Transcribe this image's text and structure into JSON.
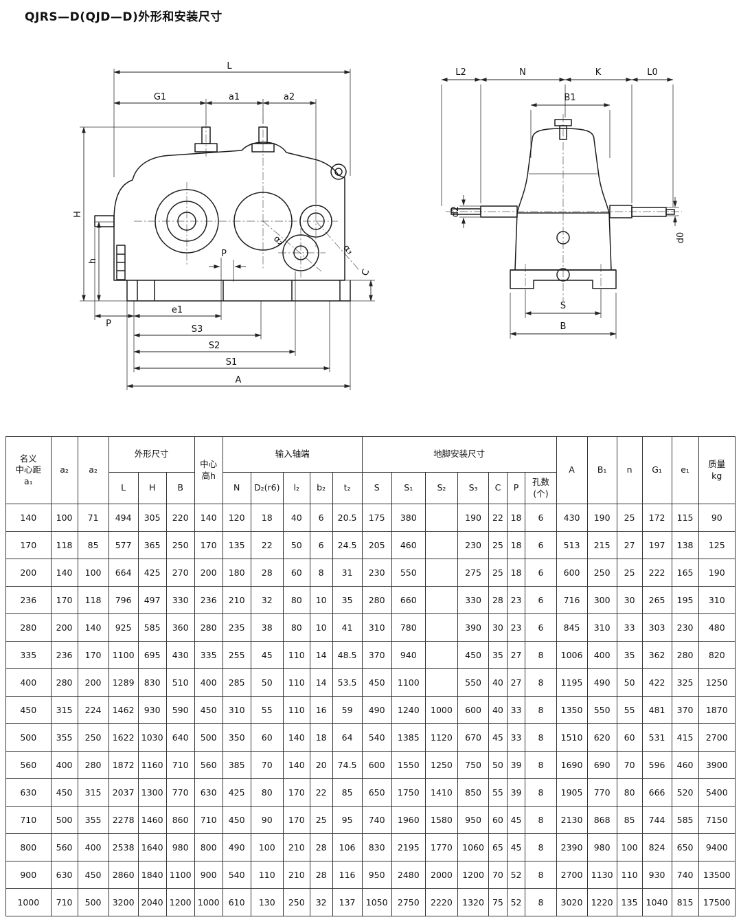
{
  "page": {
    "title": "QJRS—D(QJD—D)外形和安装尺寸"
  },
  "drawings": {
    "side_view": {
      "labels": {
        "L": "L",
        "G1": "G1",
        "a1": "a1",
        "a2": "a2",
        "H": "H",
        "h": "h",
        "P_left": "P",
        "e1": "e1",
        "S3": "S3",
        "S2": "S2",
        "S1": "S1",
        "A": "A",
        "P_pitch": "P",
        "alpha2": "α₂",
        "alpha3": "α₃",
        "C": "C"
      }
    },
    "end_view": {
      "labels": {
        "L2": "L2",
        "N": "N",
        "K": "K",
        "L0": "L0",
        "B1": "B1",
        "d2": "d2",
        "d0": "d0",
        "S": "S",
        "B": "B"
      }
    }
  },
  "table": {
    "header": {
      "nominal_center": "名义\n中心距\na₁",
      "a2_first": "a₂",
      "a2_second": "a₂",
      "outline": "外形尺寸",
      "center_height": "中心\n高h",
      "input_shaft": "输入轴端",
      "foot_mount": "地脚安装尺寸",
      "A": "A",
      "B1": "B₁",
      "n": "n",
      "G1": "G₁",
      "e1": "e₁",
      "mass": "质量\nkg",
      "sub": [
        "L",
        "H",
        "B",
        "N",
        "D₂(r6)",
        "l₂",
        "b₂",
        "t₂",
        "S",
        "S₁",
        "S₂",
        "S₃",
        "C",
        "P",
        "孔数\n(个)"
      ]
    },
    "rows": [
      [
        140,
        100,
        71,
        494,
        305,
        220,
        140,
        120,
        18,
        40,
        6,
        20.5,
        175,
        380,
        "",
        190,
        22,
        18,
        6,
        430,
        190,
        25,
        172,
        115,
        90
      ],
      [
        170,
        118,
        85,
        577,
        365,
        250,
        170,
        135,
        22,
        50,
        6,
        24.5,
        205,
        460,
        "",
        230,
        25,
        18,
        6,
        513,
        215,
        27,
        197,
        138,
        125
      ],
      [
        200,
        140,
        100,
        664,
        425,
        270,
        200,
        180,
        28,
        60,
        8,
        31,
        230,
        550,
        "",
        275,
        25,
        18,
        6,
        600,
        250,
        25,
        222,
        165,
        190
      ],
      [
        236,
        170,
        118,
        796,
        497,
        330,
        236,
        210,
        32,
        80,
        10,
        35,
        280,
        660,
        "",
        330,
        28,
        23,
        6,
        716,
        300,
        30,
        265,
        195,
        310
      ],
      [
        280,
        200,
        140,
        925,
        585,
        360,
        280,
        235,
        38,
        80,
        10,
        41,
        310,
        780,
        "",
        390,
        30,
        23,
        6,
        845,
        310,
        33,
        303,
        230,
        480
      ],
      [
        335,
        236,
        170,
        1100,
        695,
        430,
        335,
        255,
        45,
        110,
        14,
        48.5,
        370,
        940,
        "",
        450,
        35,
        27,
        8,
        1006,
        400,
        35,
        362,
        280,
        820
      ],
      [
        400,
        280,
        200,
        1289,
        830,
        510,
        400,
        285,
        50,
        110,
        14,
        53.5,
        450,
        1100,
        "",
        550,
        40,
        27,
        8,
        1195,
        490,
        50,
        422,
        325,
        1250
      ],
      [
        450,
        315,
        224,
        1462,
        930,
        590,
        450,
        310,
        55,
        110,
        16,
        59,
        490,
        1240,
        1000,
        600,
        40,
        33,
        8,
        1350,
        550,
        55,
        481,
        370,
        1870
      ],
      [
        500,
        355,
        250,
        1622,
        1030,
        640,
        500,
        350,
        60,
        140,
        18,
        64,
        540,
        1385,
        1120,
        670,
        45,
        33,
        8,
        1510,
        620,
        60,
        531,
        415,
        2700
      ],
      [
        560,
        400,
        280,
        1872,
        1160,
        710,
        560,
        385,
        70,
        140,
        20,
        74.5,
        600,
        1550,
        1250,
        750,
        50,
        39,
        8,
        1690,
        690,
        70,
        596,
        460,
        3900
      ],
      [
        630,
        450,
        315,
        2037,
        1300,
        770,
        630,
        425,
        80,
        170,
        22,
        85,
        650,
        1750,
        1410,
        850,
        55,
        39,
        8,
        1905,
        770,
        80,
        666,
        520,
        5400
      ],
      [
        710,
        500,
        355,
        2278,
        1460,
        860,
        710,
        450,
        90,
        170,
        25,
        95,
        740,
        1960,
        1580,
        950,
        60,
        45,
        8,
        2130,
        868,
        85,
        744,
        585,
        7150
      ],
      [
        800,
        560,
        400,
        2538,
        1640,
        980,
        800,
        490,
        100,
        210,
        28,
        106,
        830,
        2195,
        1770,
        1060,
        65,
        45,
        8,
        2390,
        980,
        100,
        824,
        650,
        9400
      ],
      [
        900,
        630,
        450,
        2860,
        1840,
        1100,
        900,
        540,
        110,
        210,
        28,
        116,
        950,
        2480,
        2000,
        1200,
        70,
        52,
        8,
        2700,
        1130,
        110,
        930,
        740,
        13500
      ],
      [
        1000,
        710,
        500,
        3200,
        2040,
        1200,
        1000,
        610,
        130,
        250,
        32,
        137,
        1050,
        2750,
        2220,
        1320,
        75,
        52,
        8,
        3020,
        1220,
        135,
        1040,
        815,
        17500
      ]
    ]
  }
}
